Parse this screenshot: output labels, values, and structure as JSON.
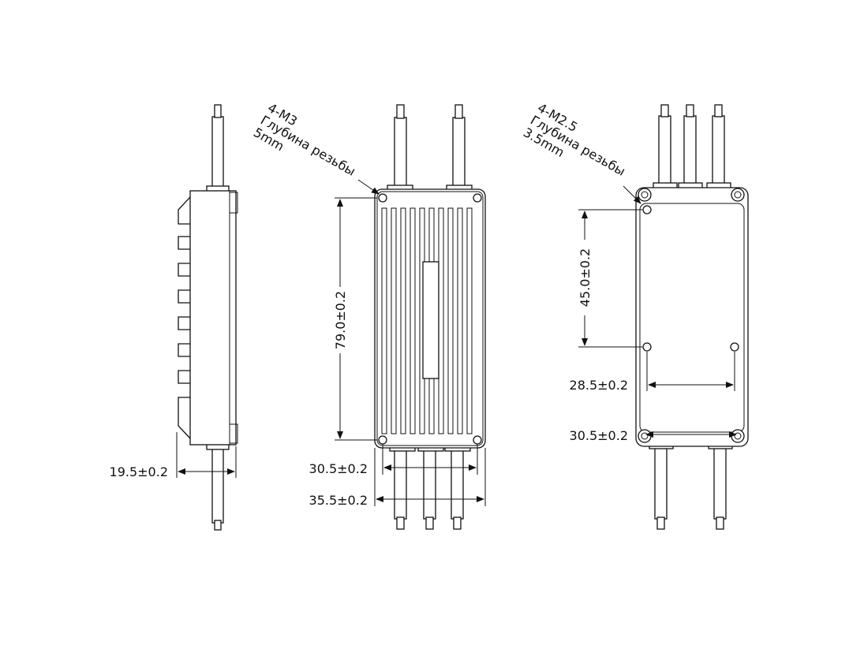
{
  "side_view": {
    "thickness_label": "19.5±0.2"
  },
  "front_view": {
    "thread_note": {
      "line1": "4-M3",
      "line2": "Глубина резьбы",
      "line3": "5mm"
    },
    "height_label": "79.0±0.2",
    "hole_spacing_label": "30.5±0.2",
    "width_label": "35.5±0.2"
  },
  "back_view": {
    "thread_note": {
      "line1": "4-M2.5",
      "line2": "Глубина резьбы",
      "line3": "3.5mm"
    },
    "vertical_spacing_label": "45.0±0.2",
    "inner_spacing_label": "28.5±0.2",
    "outer_spacing_label": "30.5±0.2"
  }
}
